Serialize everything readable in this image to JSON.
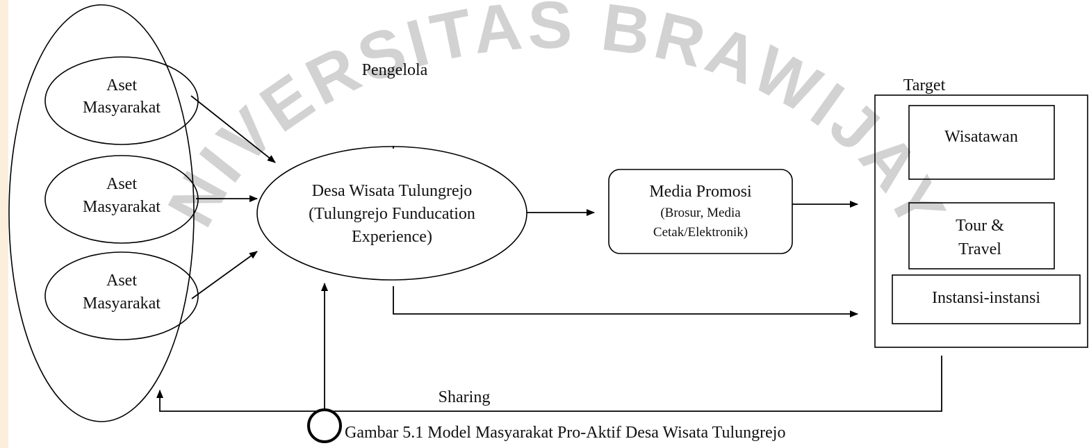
{
  "watermark": {
    "text": "UNIVERSITAS BRAWIJAYA"
  },
  "diagram": {
    "assets": [
      {
        "line1": "Aset",
        "line2": "Masyarakat"
      },
      {
        "line1": "Aset",
        "line2": "Masyarakat"
      },
      {
        "line1": "Aset",
        "line2": "Masyarakat"
      }
    ],
    "manager_label": "Pengelola",
    "center": {
      "line1": "Desa Wisata Tulungrejo",
      "line2": "(Tulungrejo Funducation",
      "line3": "Experience)"
    },
    "media": {
      "title": "Media Promosi",
      "line2": "(Brosur, Media",
      "line3": "Cetak/Elektronik)"
    },
    "target": {
      "label": "Target",
      "items": [
        {
          "line1": "Wisatawan"
        },
        {
          "line1": "Tour &",
          "line2": "Travel"
        },
        {
          "line1": "Instansi-instansi"
        }
      ]
    },
    "sharing_label": "Sharing"
  },
  "caption": "Gambar 5.1 Model Masyarakat Pro-Aktif Desa Wisata Tulungrejo"
}
